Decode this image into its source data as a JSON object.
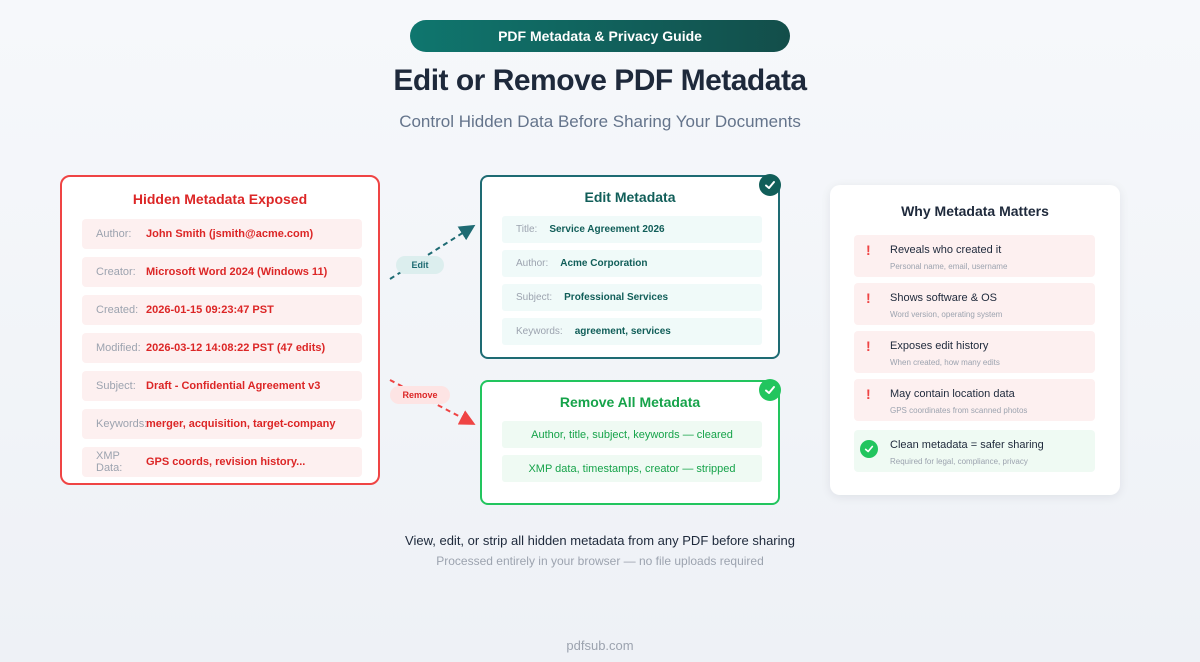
{
  "header": {
    "badge": "PDF Metadata & Privacy Guide",
    "title": "Edit or Remove PDF Metadata",
    "subtitle": "Control Hidden Data Before Sharing Your Documents"
  },
  "exposed": {
    "title": "Hidden Metadata Exposed",
    "rows": [
      {
        "label": "Author:",
        "value": "John Smith (jsmith@acme.com)"
      },
      {
        "label": "Creator:",
        "value": "Microsoft Word 2024 (Windows 11)"
      },
      {
        "label": "Created:",
        "value": "2026-01-15 09:23:47 PST"
      },
      {
        "label": "Modified:",
        "value": "2026-03-12 14:08:22 PST (47 edits)"
      },
      {
        "label": "Subject:",
        "value": "Draft - Confidential Agreement v3"
      },
      {
        "label": "Keywords:",
        "value": "merger, acquisition, target-company"
      },
      {
        "label": "XMP Data:",
        "value": "GPS coords, revision history..."
      }
    ]
  },
  "arrows": {
    "edit_label": "Edit",
    "remove_label": "Remove"
  },
  "edit": {
    "title": "Edit Metadata",
    "rows": [
      {
        "label": "Title:",
        "value": "Service Agreement 2026"
      },
      {
        "label": "Author:",
        "value": "Acme Corporation"
      },
      {
        "label": "Subject:",
        "value": "Professional Services"
      },
      {
        "label": "Keywords:",
        "value": "agreement, services"
      }
    ]
  },
  "remove": {
    "title": "Remove All Metadata",
    "rows": [
      "Author, title, subject, keywords — cleared",
      "XMP data, timestamps, creator — stripped"
    ]
  },
  "why": {
    "title": "Why Metadata Matters",
    "items": [
      {
        "title": "Reveals who created it",
        "sub": "Personal name, email, username",
        "kind": "warning"
      },
      {
        "title": "Shows software & OS",
        "sub": "Word version, operating system",
        "kind": "warning"
      },
      {
        "title": "Exposes edit history",
        "sub": "When created, how many edits",
        "kind": "warning"
      },
      {
        "title": "May contain location data",
        "sub": "GPS coordinates from scanned photos",
        "kind": "warning"
      },
      {
        "title": "Clean metadata = safer sharing",
        "sub": "Required for legal, compliance, privacy",
        "kind": "good"
      }
    ],
    "warning_mark": "!"
  },
  "footer": {
    "line1": "View, edit, or strip all hidden metadata from any PDF before sharing",
    "line2": "Processed entirely in your browser — no file uploads required",
    "brand": "pdfsub.com"
  },
  "colors": {
    "danger": "#ef4444",
    "teal": "#115e59",
    "success": "#22c55e"
  }
}
